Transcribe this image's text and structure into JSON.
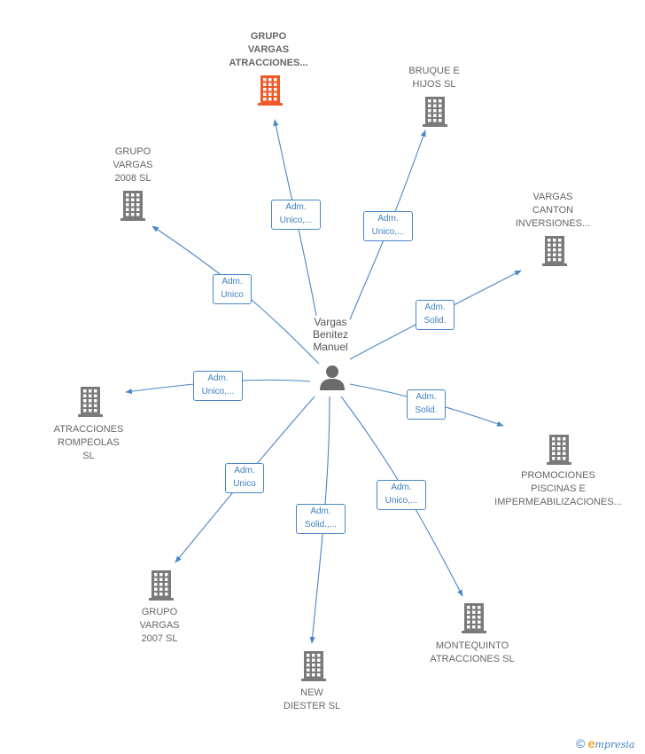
{
  "center": {
    "label": "Vargas\nBenitez\nManuel",
    "icon": "person-icon"
  },
  "nodes": [
    {
      "id": "grupo-vargas-atracciones",
      "label": "GRUPO\nVARGAS\nATRACCIONES...",
      "highlight": true
    },
    {
      "id": "bruque-e-hijos",
      "label": "BRUQUE E\nHIJOS SL"
    },
    {
      "id": "grupo-vargas-2008",
      "label": "GRUPO\nVARGAS\n2008 SL"
    },
    {
      "id": "vargas-canton",
      "label": "VARGAS\nCANTON\nINVERSIONES..."
    },
    {
      "id": "atracciones-rompeolas",
      "label": "ATRACCIONES\nROMPEOLAS\nSL"
    },
    {
      "id": "promociones-piscinas",
      "label": "PROMOCIONES\nPISCINAS E\nIMPERMEABILIZACIONES..."
    },
    {
      "id": "grupo-vargas-2007",
      "label": "GRUPO\nVARGAS\n2007 SL"
    },
    {
      "id": "montequinto",
      "label": "MONTEQUINTO\nATRACCIONES SL"
    },
    {
      "id": "new-diester",
      "label": "NEW\nDIESTER  SL"
    }
  ],
  "edges": [
    {
      "to": "grupo-vargas-atracciones",
      "label": "Adm.\nUnico,..."
    },
    {
      "to": "bruque-e-hijos",
      "label": "Adm.\nUnico,..."
    },
    {
      "to": "grupo-vargas-2008",
      "label": "Adm.\nUnico"
    },
    {
      "to": "vargas-canton",
      "label": "Adm.\nSolid."
    },
    {
      "to": "atracciones-rompeolas",
      "label": "Adm.\nUnico,..."
    },
    {
      "to": "promociones-piscinas",
      "label": "Adm.\nSolid."
    },
    {
      "to": "grupo-vargas-2007",
      "label": "Adm.\nUnico"
    },
    {
      "to": "montequinto",
      "label": "Adm.\nUnico,..."
    },
    {
      "to": "new-diester",
      "label": "Adm.\nSolid.,..."
    }
  ],
  "colors": {
    "edge": "#4a86c8",
    "building": "#7a7a7a",
    "highlight": "#f05a28",
    "person": "#6b6b6b"
  },
  "footer": {
    "copyright": "©",
    "brand_initial": "e",
    "brand_rest": "mpresia"
  }
}
